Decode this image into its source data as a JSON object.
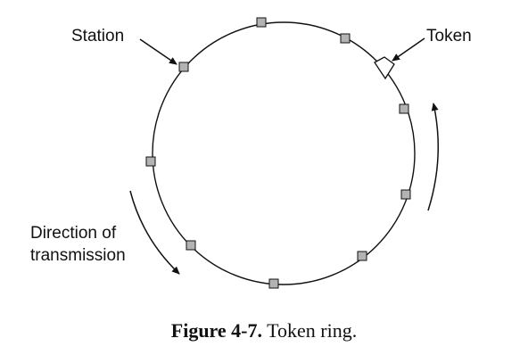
{
  "labels": {
    "station": "Station",
    "token": "Token",
    "direction_line1": "Direction of",
    "direction_line2": "transmission"
  },
  "caption": {
    "figure": "Figure 4-7.",
    "text": "Token ring."
  },
  "diagram": {
    "station_count": 9,
    "colors": {
      "stroke": "#111111",
      "station_fill": "#b3b3b3",
      "token_fill": "#ffffff"
    }
  }
}
